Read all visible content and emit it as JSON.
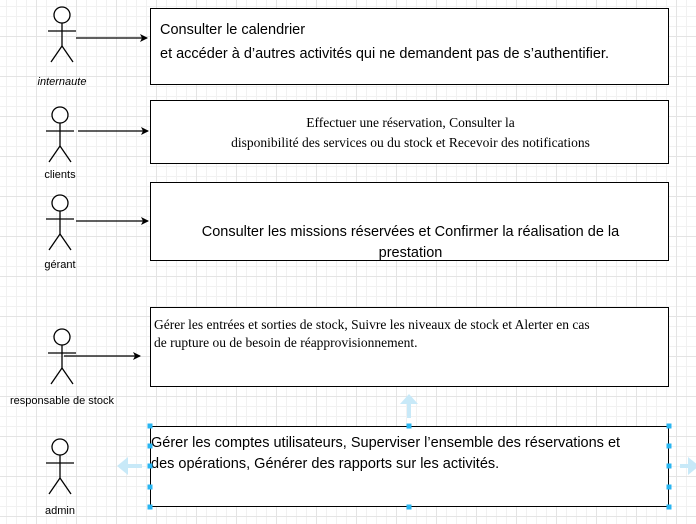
{
  "actors": [
    {
      "id": "internaute",
      "label": "internaute"
    },
    {
      "id": "clients",
      "label": "clients"
    },
    {
      "id": "gerant",
      "label": "gérant"
    },
    {
      "id": "responsable",
      "label": "responsable de stock"
    },
    {
      "id": "admin",
      "label": "admin"
    }
  ],
  "boxes": {
    "internaute": {
      "line1": "Consulter le calendrier",
      "line2": "et accéder à d’autres activités qui ne demandent pas de s’authentifier."
    },
    "clients": {
      "line1": "Effectuer une réservation, Consulter la",
      "line2": "disponibilité des services ou du stock et Recevoir des notifications"
    },
    "gerant": {
      "line1": "Consulter les missions réservées et Confirmer la réalisation de la",
      "line2": "prestation"
    },
    "responsable": {
      "line1": "Gérer les entrées et sorties de stock, Suivre les niveaux de stock et Alerter en cas",
      "line2": "de rupture ou de besoin de réapprovisionnement."
    },
    "admin": {
      "line1": "Gérer les comptes utilisateurs, Superviser l’ensemble des réservations et",
      "line2": "des opérations, Générer des rapports sur les activités."
    }
  },
  "colors": {
    "selection": "#29b6f2",
    "stroke": "#000000",
    "grid": "#e4e4e4"
  }
}
